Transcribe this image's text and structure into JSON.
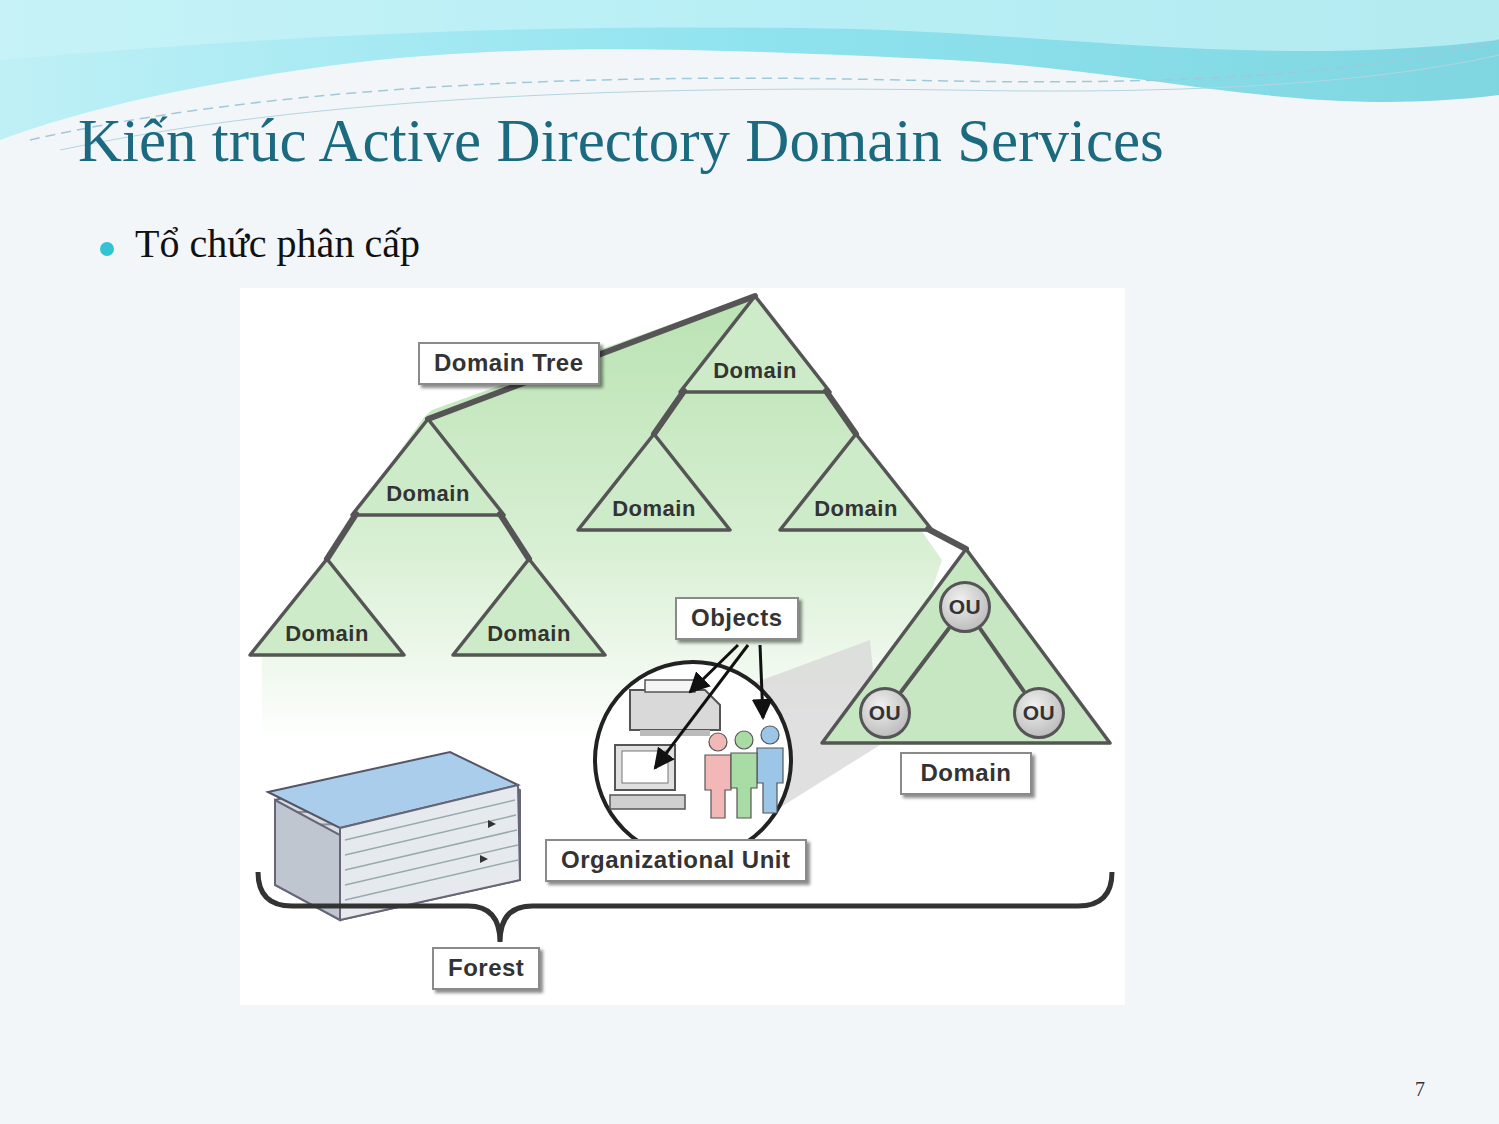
{
  "diagram": {
    "title": "Kiến trúc Active Directory Domain Services",
    "nodes": [
      {
        "text": [
          "Domain Tree"
        ]
      },
      {
        "text": [
          "Domain"
        ]
      },
      {
        "text": [
          "Domain"
        ]
      },
      {
        "text": [
          "Domain"
        ]
      },
      {
        "text": [
          "Domain"
        ]
      },
      {
        "text": [
          "Domain"
        ]
      },
      {
        "text": [
          "Domain"
        ]
      },
      {
        "text": [
          "Objects"
        ]
      },
      {
        "text": [
          "Domain"
        ]
      },
      {
        "text": [
          "OU"
        ],
        "in": 8
      },
      {
        "text": [
          "OU"
        ],
        "in": 8
      },
      {
        "text": [
          "OU"
        ],
        "in": 8
      },
      {
        "text": [
          "Organizational Unit"
        ]
      },
      {
        "text": [
          "Forest"
        ]
      }
    ],
    "edges": [
      {
        "from": 1,
        "to": 2,
        "arrow": "none"
      },
      {
        "from": 1,
        "to": 3,
        "arrow": "none"
      },
      {
        "from": 1,
        "to": 4,
        "arrow": "none"
      },
      {
        "from": 2,
        "to": 5,
        "arrow": "none"
      },
      {
        "from": 2,
        "to": 6,
        "arrow": "none"
      },
      {
        "from": 4,
        "to": 8,
        "arrow": "none"
      },
      {
        "from": 9,
        "to": 10,
        "arrow": "none"
      },
      {
        "from": 9,
        "to": 11,
        "arrow": "none"
      }
    ],
    "labels": [
      "Tổ chức phân cấp",
      "7"
    ]
  }
}
